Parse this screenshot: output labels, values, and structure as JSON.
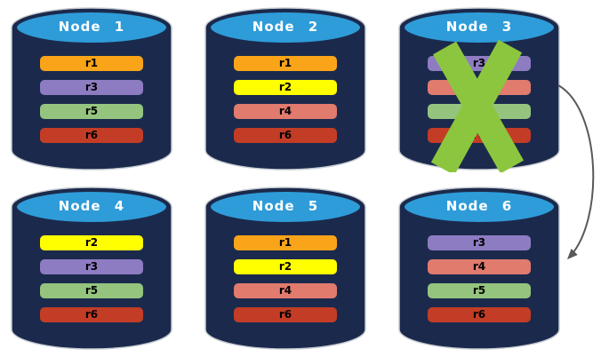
{
  "palette": {
    "background": "#ffffff",
    "cylinder_body": "#1b2a4c",
    "cylinder_top": "#2e9cd9",
    "cylinder_outline": "#c7ccd3",
    "title_color": "#ffffff",
    "bar_label_color": "#000000",
    "x_mark_color": "#8cc63e",
    "arrow_color": "#595959"
  },
  "replica_colors": {
    "r1": "#faa41a",
    "r2": "#ffff00",
    "r3": "#8e7cc3",
    "r4": "#e07b6e",
    "r5": "#95c47f",
    "r6": "#c33d26"
  },
  "nodes": [
    {
      "label": "Node 1",
      "failed": false,
      "replicas": [
        {
          "label": "r1",
          "color": "#faa41a"
        },
        {
          "label": "r3",
          "color": "#8e7cc3"
        },
        {
          "label": "r5",
          "color": "#95c47f"
        },
        {
          "label": "r6",
          "color": "#c33d26"
        }
      ]
    },
    {
      "label": "Node 2",
      "failed": false,
      "replicas": [
        {
          "label": "r1",
          "color": "#faa41a"
        },
        {
          "label": "r2",
          "color": "#ffff00"
        },
        {
          "label": "r4",
          "color": "#e07b6e"
        },
        {
          "label": "r6",
          "color": "#c33d26"
        }
      ]
    },
    {
      "label": "Node 3",
      "failed": true,
      "replicas": [
        {
          "label": "r3",
          "color": "#8e7cc3"
        },
        {
          "label": "r4",
          "color": "#e07b6e"
        },
        {
          "label": "r5",
          "color": "#95c47f"
        },
        {
          "label": "r6",
          "color": "#c33d26"
        }
      ]
    },
    {
      "label": "Node 4",
      "failed": false,
      "replicas": [
        {
          "label": "r2",
          "color": "#ffff00"
        },
        {
          "label": "r3",
          "color": "#8e7cc3"
        },
        {
          "label": "r5",
          "color": "#95c47f"
        },
        {
          "label": "r6",
          "color": "#c33d26"
        }
      ]
    },
    {
      "label": "Node 5",
      "failed": false,
      "replicas": [
        {
          "label": "r1",
          "color": "#faa41a"
        },
        {
          "label": "r2",
          "color": "#ffff00"
        },
        {
          "label": "r4",
          "color": "#e07b6e"
        },
        {
          "label": "r6",
          "color": "#c33d26"
        }
      ]
    },
    {
      "label": "Node 6",
      "failed": false,
      "replicas": [
        {
          "label": "r3",
          "color": "#8e7cc3"
        },
        {
          "label": "r4",
          "color": "#e07b6e"
        },
        {
          "label": "r5",
          "color": "#95c47f"
        },
        {
          "label": "r6",
          "color": "#c33d26"
        }
      ]
    }
  ],
  "failure_mark": {
    "node": "Node 3",
    "shape": "X",
    "color": "#8cc63e"
  },
  "arrow": {
    "from": "Node 3",
    "to": "Node 6",
    "color": "#595959"
  }
}
